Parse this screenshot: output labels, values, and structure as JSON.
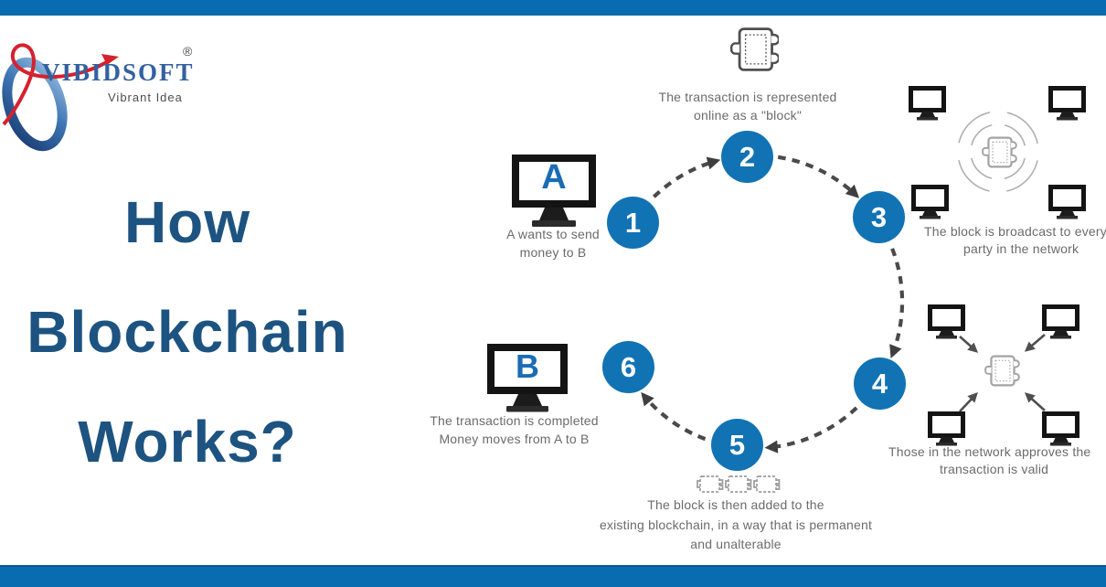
{
  "brand": {
    "name": "VIBIDSOFT",
    "registered_mark": "®",
    "tagline": "Vibrant Idea"
  },
  "title": {
    "line1": "How",
    "line2": "Blockchain",
    "line3": "Works?"
  },
  "steps": [
    {
      "number": "1",
      "monitor_label": "A",
      "caption_lines": [
        "A wants to send",
        "money to B"
      ]
    },
    {
      "number": "2",
      "caption_lines": [
        "The transaction is represented",
        "online as a \"block\""
      ]
    },
    {
      "number": "3",
      "caption_lines": [
        "The block is broadcast to every",
        "party in the network"
      ]
    },
    {
      "number": "4",
      "caption_lines": [
        "Those in the network approves the",
        "transaction is valid"
      ]
    },
    {
      "number": "5",
      "caption_lines": [
        "The block is then added to the",
        "existing blockchain, in a way that is permanent",
        "and unalterable"
      ]
    },
    {
      "number": "6",
      "monitor_label": "B",
      "caption_lines": [
        "The transaction is completed",
        "Money moves from A to B"
      ]
    }
  ],
  "colors": {
    "bar_blue": "#0a6cb0",
    "circle_blue": "#1173b4",
    "title_blue": "#1d5380",
    "caption_gray": "#6b6b6b",
    "brand_blue": "#33619f",
    "brand_red": "#d6212e",
    "arrow_gray": "#4a4a4a"
  }
}
